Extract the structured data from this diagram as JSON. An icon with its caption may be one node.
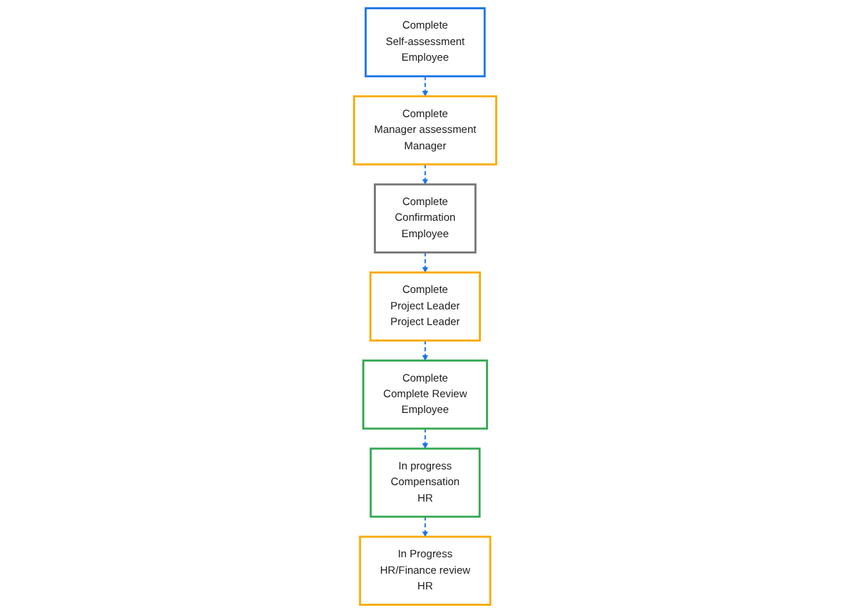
{
  "diagram": {
    "nodes": [
      {
        "text": [
          "Complete",
          "Self-assessment",
          "Employee"
        ]
      },
      {
        "text": [
          "Complete",
          "Manager assessment",
          "Manager"
        ]
      },
      {
        "text": [
          "Complete",
          "Project Leader",
          "Project Leader"
        ]
      },
      {
        "text": [
          "Complete",
          "Confirmation",
          "Employee"
        ]
      },
      {
        "text": [
          "Complete",
          "Complete Review",
          "Employee"
        ]
      },
      {
        "text": [
          "In progress",
          "Compensation",
          "HR"
        ]
      },
      {
        "text": [
          "In Progress",
          "HR/Finance review",
          "HR"
        ]
      }
    ],
    "edges": [
      {
        "from": 0,
        "to": 1,
        "arrow": "to",
        "style": "dashed"
      },
      {
        "from": 1,
        "to": 3,
        "arrow": "to",
        "style": "dashed"
      },
      {
        "from": 3,
        "to": 2,
        "arrow": "to",
        "style": "dashed"
      },
      {
        "from": 2,
        "to": 4,
        "arrow": "to",
        "style": "dashed"
      },
      {
        "from": 4,
        "to": 5,
        "arrow": "to",
        "style": "dashed"
      },
      {
        "from": 5,
        "to": 6,
        "arrow": "to",
        "style": "dashed"
      }
    ]
  }
}
